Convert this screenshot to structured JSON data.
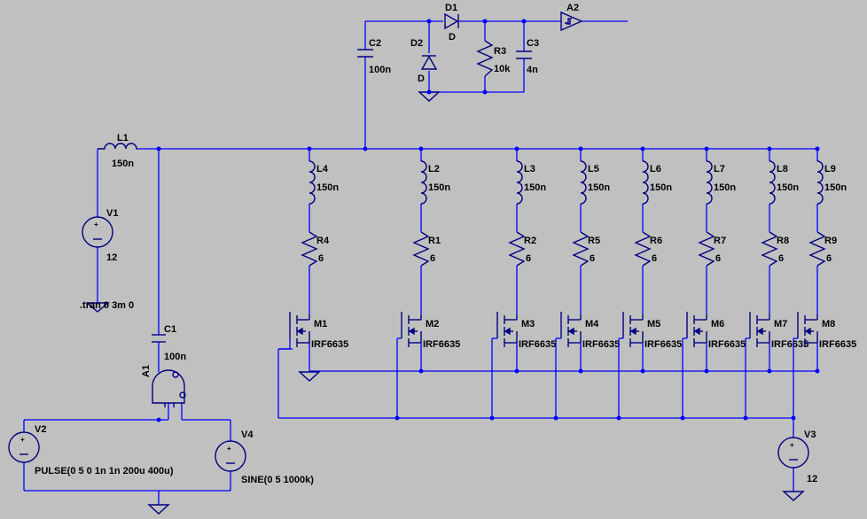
{
  "components": {
    "L1": {
      "name": "L1",
      "value": "150n"
    },
    "V1": {
      "name": "V1",
      "value": "12"
    },
    "C1": {
      "name": "C1",
      "value": "100n"
    },
    "C2": {
      "name": "C2",
      "value": "100n"
    },
    "C3": {
      "name": "C3",
      "value": "4n"
    },
    "D1": {
      "name": "D1",
      "value": "D"
    },
    "D2": {
      "name": "D2",
      "value": "D"
    },
    "R3": {
      "name": "R3",
      "value": "10k"
    },
    "A1": {
      "name": "A1"
    },
    "A2": {
      "name": "A2"
    },
    "V2": {
      "name": "V2",
      "value": "PULSE(0 5 0 1n 1n 200u 400u)"
    },
    "V3": {
      "name": "V3",
      "value": "12"
    },
    "V4": {
      "name": "V4",
      "value": "SINE(0 5 1000k)"
    }
  },
  "directive": ".tran 0 3m 0",
  "branches": [
    {
      "ind": "L4",
      "ind_value": "150n",
      "res": "R4",
      "res_value": "6",
      "fet": "M1",
      "fet_model": "IRF6635"
    },
    {
      "ind": "L2",
      "ind_value": "150n",
      "res": "R1",
      "res_value": "6",
      "fet": "M2",
      "fet_model": "IRF6635"
    },
    {
      "ind": "L3",
      "ind_value": "150n",
      "res": "R2",
      "res_value": "6",
      "fet": "M3",
      "fet_model": "IRF6635"
    },
    {
      "ind": "L5",
      "ind_value": "150n",
      "res": "R5",
      "res_value": "6",
      "fet": "M4",
      "fet_model": "IRF6635"
    },
    {
      "ind": "L6",
      "ind_value": "150n",
      "res": "R6",
      "res_value": "6",
      "fet": "M5",
      "fet_model": "IRF6635"
    },
    {
      "ind": "L7",
      "ind_value": "150n",
      "res": "R7",
      "res_value": "6",
      "fet": "M6",
      "fet_model": "IRF6635"
    },
    {
      "ind": "L8",
      "ind_value": "150n",
      "res": "R8",
      "res_value": "6",
      "fet": "M7",
      "fet_model": "IRF6635"
    },
    {
      "ind": "L9",
      "ind_value": "150n",
      "res": "R9",
      "res_value": "6",
      "fet": "M8",
      "fet_model": "IRF6635"
    }
  ]
}
